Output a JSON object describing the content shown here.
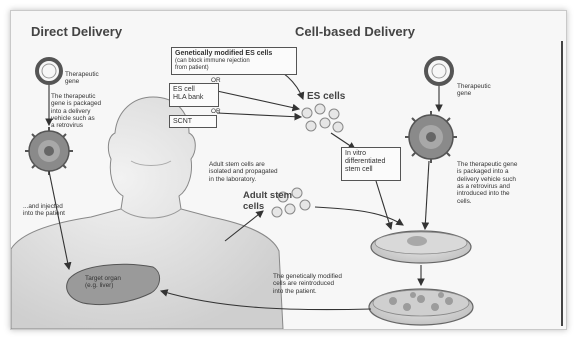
{
  "headings": {
    "direct": "Direct Delivery",
    "cell_based": "Cell-based Delivery"
  },
  "direct": {
    "gene_label": "Therapeutic\ngene",
    "packaged_label": "The therapeutic\ngene is packaged\ninto a delivery\nvehicle such as\na retrovirus",
    "injected_label": "...and injected\ninto the patient",
    "target_label": "Target organ\n(e.g. liver)"
  },
  "cell": {
    "gm_es_title": "Genetically modified ES cells",
    "gm_es_sub": "(can block immune rejection\nfrom patient)",
    "or1": "OR",
    "es_cell_bank": "ES cell\nHLA bank",
    "or2": "OR",
    "scnt": "SCNT",
    "es_cells": "ES cells",
    "in_vitro": "In vitro\ndifferentiated\nstem cell",
    "adult_text": "Adult stem cells are\nisolated and propagated\nin the laboratory.",
    "adult_stem": "Adult stem\ncells",
    "gene_label_right": "Therapeutic\ngene",
    "packaged_right": "The therapeutic gene\nis packaged into a\ndelivery vehicle such\nas a retrovirus and\nintroduced into the\ncells.",
    "reintroduced": "The genetically modified\ncells are reintroduced\ninto the patient."
  },
  "colors": {
    "frame_border": "#c9c9c9",
    "outline": "#555555",
    "virus": "#7a7a7a",
    "arrow": "#333333"
  }
}
